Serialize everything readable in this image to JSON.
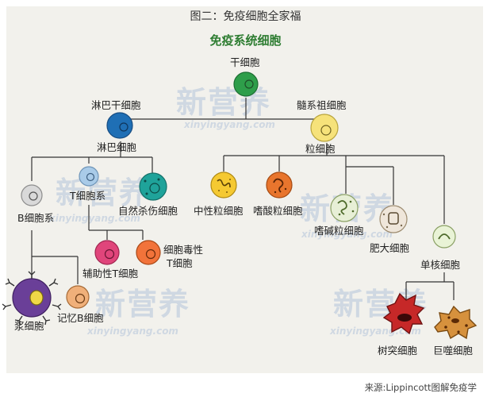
{
  "figure_title": "图二：免疫细胞全家福",
  "diagram_title": "免疫系统细胞",
  "source": "来源:Lippincott图解免疫学",
  "watermark": {
    "main": "新营养",
    "sub": "xinyingyang.com"
  },
  "nodes": {
    "stem_cell": "干细胞",
    "lymphoid_stem": "淋巴干细胞",
    "myeloid_stem": "髓系祖细胞",
    "lymphocyte": "淋巴细胞",
    "granulocyte": "粒细胞",
    "b_lineage": "B细胞系",
    "t_lineage": "T细胞系",
    "nk_cell": "自然杀伤细胞",
    "neutrophil": "中性粒细胞",
    "eosinophil": "嗜酸粒细胞",
    "basophil": "嗜碱粒细胞",
    "mast_cell": "肥大细胞",
    "monocyte": "单核细胞",
    "helper_t": "辅助性T细胞",
    "cytotoxic_t_line1": "细胞毒性",
    "cytotoxic_t_line2": "T细胞",
    "plasma_cell": "浆细胞",
    "memory_b": "记忆B细胞",
    "dendritic": "树突细胞",
    "macrophage": "巨噬细胞"
  },
  "colors": {
    "stem": "#2e9e4a",
    "lymphoid": "#1f6fb5",
    "myeloid": "#f6e27a",
    "b_lineage": "#d9d9d9",
    "t_lineage": "#a9cbe8",
    "nk": "#1fa39a",
    "neutrophil": "#f5c932",
    "eosinophil": "#e8752d",
    "basophil": "#e7efd6",
    "mast": "#efe6da",
    "monocyte": "#e9f3d6",
    "helper_t": "#e0457b",
    "cytotoxic_t": "#f2733a",
    "plasma": "#6a3f98",
    "memory_b": "#f0b07a",
    "dendritic": "#c62828",
    "macrophage": "#d6913d",
    "title_green": "#2e7d32"
  }
}
